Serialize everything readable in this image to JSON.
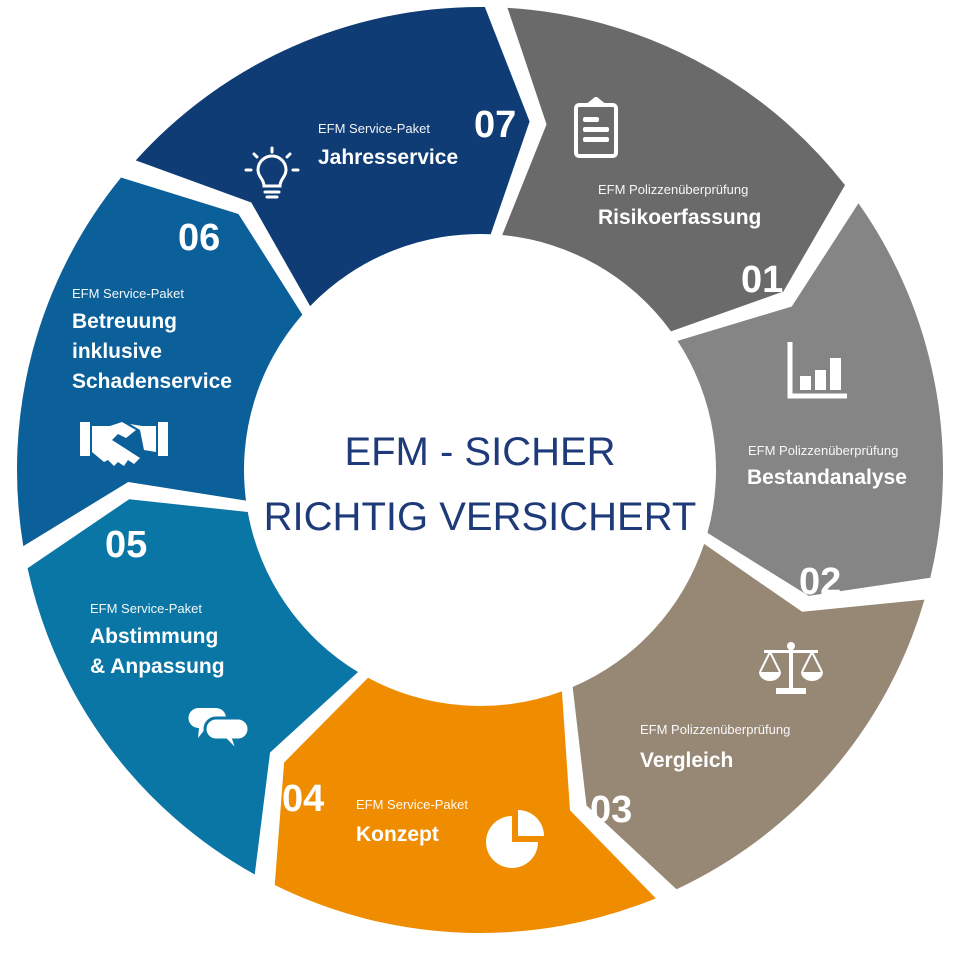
{
  "center": {
    "line1": "EFM - SICHER",
    "line2": "RICHTIG VERSICHERT"
  },
  "segments": [
    {
      "number": "01",
      "category": "EFM Polizzenüberprüfung",
      "title": "Risikoerfassung",
      "icon": "clipboard-icon",
      "color": "#6a6a6a"
    },
    {
      "number": "02",
      "category": "EFM Polizzenüberprüfung",
      "title": "Bestandanalyse",
      "icon": "bar-chart-icon",
      "color": "#858585"
    },
    {
      "number": "03",
      "category": "EFM Polizzenüberprüfung",
      "title": "Vergleich",
      "icon": "scales-icon",
      "color": "#978876"
    },
    {
      "number": "04",
      "category": "EFM Service-Paket",
      "title": "Konzept",
      "icon": "pie-chart-icon",
      "color": "#ef8c00"
    },
    {
      "number": "05",
      "category": "EFM Service-Paket",
      "title_lines": [
        "Abstimmung",
        "& Anpassung"
      ],
      "icon": "chat-bubbles-icon",
      "color": "#0a76a5"
    },
    {
      "number": "06",
      "category": "EFM Service-Paket",
      "title_lines": [
        "Betreuung",
        "inklusive",
        "Schadenservice"
      ],
      "icon": "handshake-icon",
      "color": "#0b609a"
    },
    {
      "number": "07",
      "category": "EFM Service-Paket",
      "title": "Jahresservice",
      "icon": "lightbulb-icon",
      "color": "#0f3c74"
    }
  ]
}
